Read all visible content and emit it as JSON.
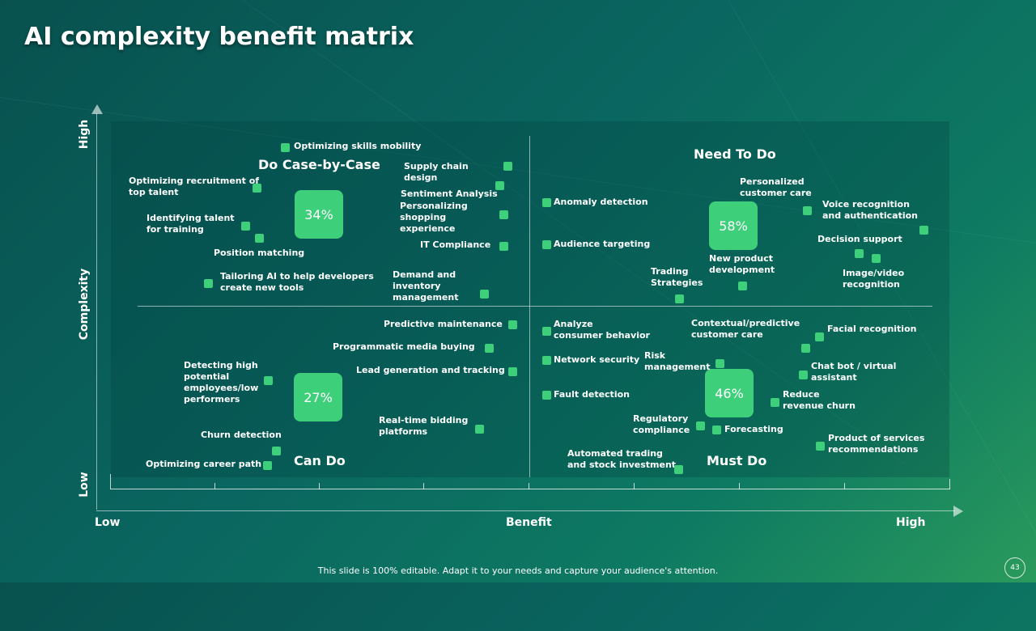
{
  "title": "AI complexity benefit matrix",
  "axes": {
    "y_title": "Complexity",
    "y_high": "High",
    "y_low": "Low",
    "x_title": "Benefit",
    "x_low": "Low",
    "x_high": "High"
  },
  "quadrants": {
    "top_left": {
      "title": "Do Case-by-Case",
      "percent": "34%"
    },
    "top_right": {
      "title": "Need To Do",
      "percent": "58%"
    },
    "bottom_left": {
      "title": "Can Do",
      "percent": "27%"
    },
    "bottom_right": {
      "title": "Must Do",
      "percent": "46%"
    }
  },
  "items": [
    "Optimizing skills mobility",
    "Optimizing recruitment of\ntop talent",
    "Identifying talent\nfor training",
    "Position matching",
    "Tailoring AI to help developers\ncreate new tools",
    "Supply chain\ndesign",
    "Sentiment Analysis",
    "Personalizing\nshopping\nexperience",
    "IT Compliance",
    "Demand and\ninventory\nmanagement",
    "Anomaly detection",
    "Audience targeting",
    "Personalized\ncustomer care",
    "Voice recognition\nand authentication",
    "Decision support",
    "Image/video\nrecognition",
    "New product\ndevelopment",
    "Trading\nStrategies",
    "Predictive maintenance",
    "Programmatic media buying",
    "Lead generation and tracking",
    "Detecting high\npotential\nemployees/low\nperformers",
    "Real-time bidding\nplatforms",
    "Churn detection",
    "Optimizing career path",
    "Analyze\nconsumer behavior",
    "Network security",
    "Fault detection",
    "Risk\nmanagement",
    "Contextual/predictive\ncustomer care",
    "Facial recognition",
    "Chat bot / virtual\nassistant",
    "Reduce\nrevenue churn",
    "Regulatory\ncompliance",
    "Forecasting",
    "Product of services\nrecommendations",
    "Automated trading\nand stock investment"
  ],
  "footer": "This slide is 100% editable. Adapt it to your needs and capture your audience's attention.",
  "page_number": "43",
  "colors": {
    "accent": "#3ecf7a",
    "background_start": "#08514f",
    "background_end": "#2a9a5c"
  }
}
